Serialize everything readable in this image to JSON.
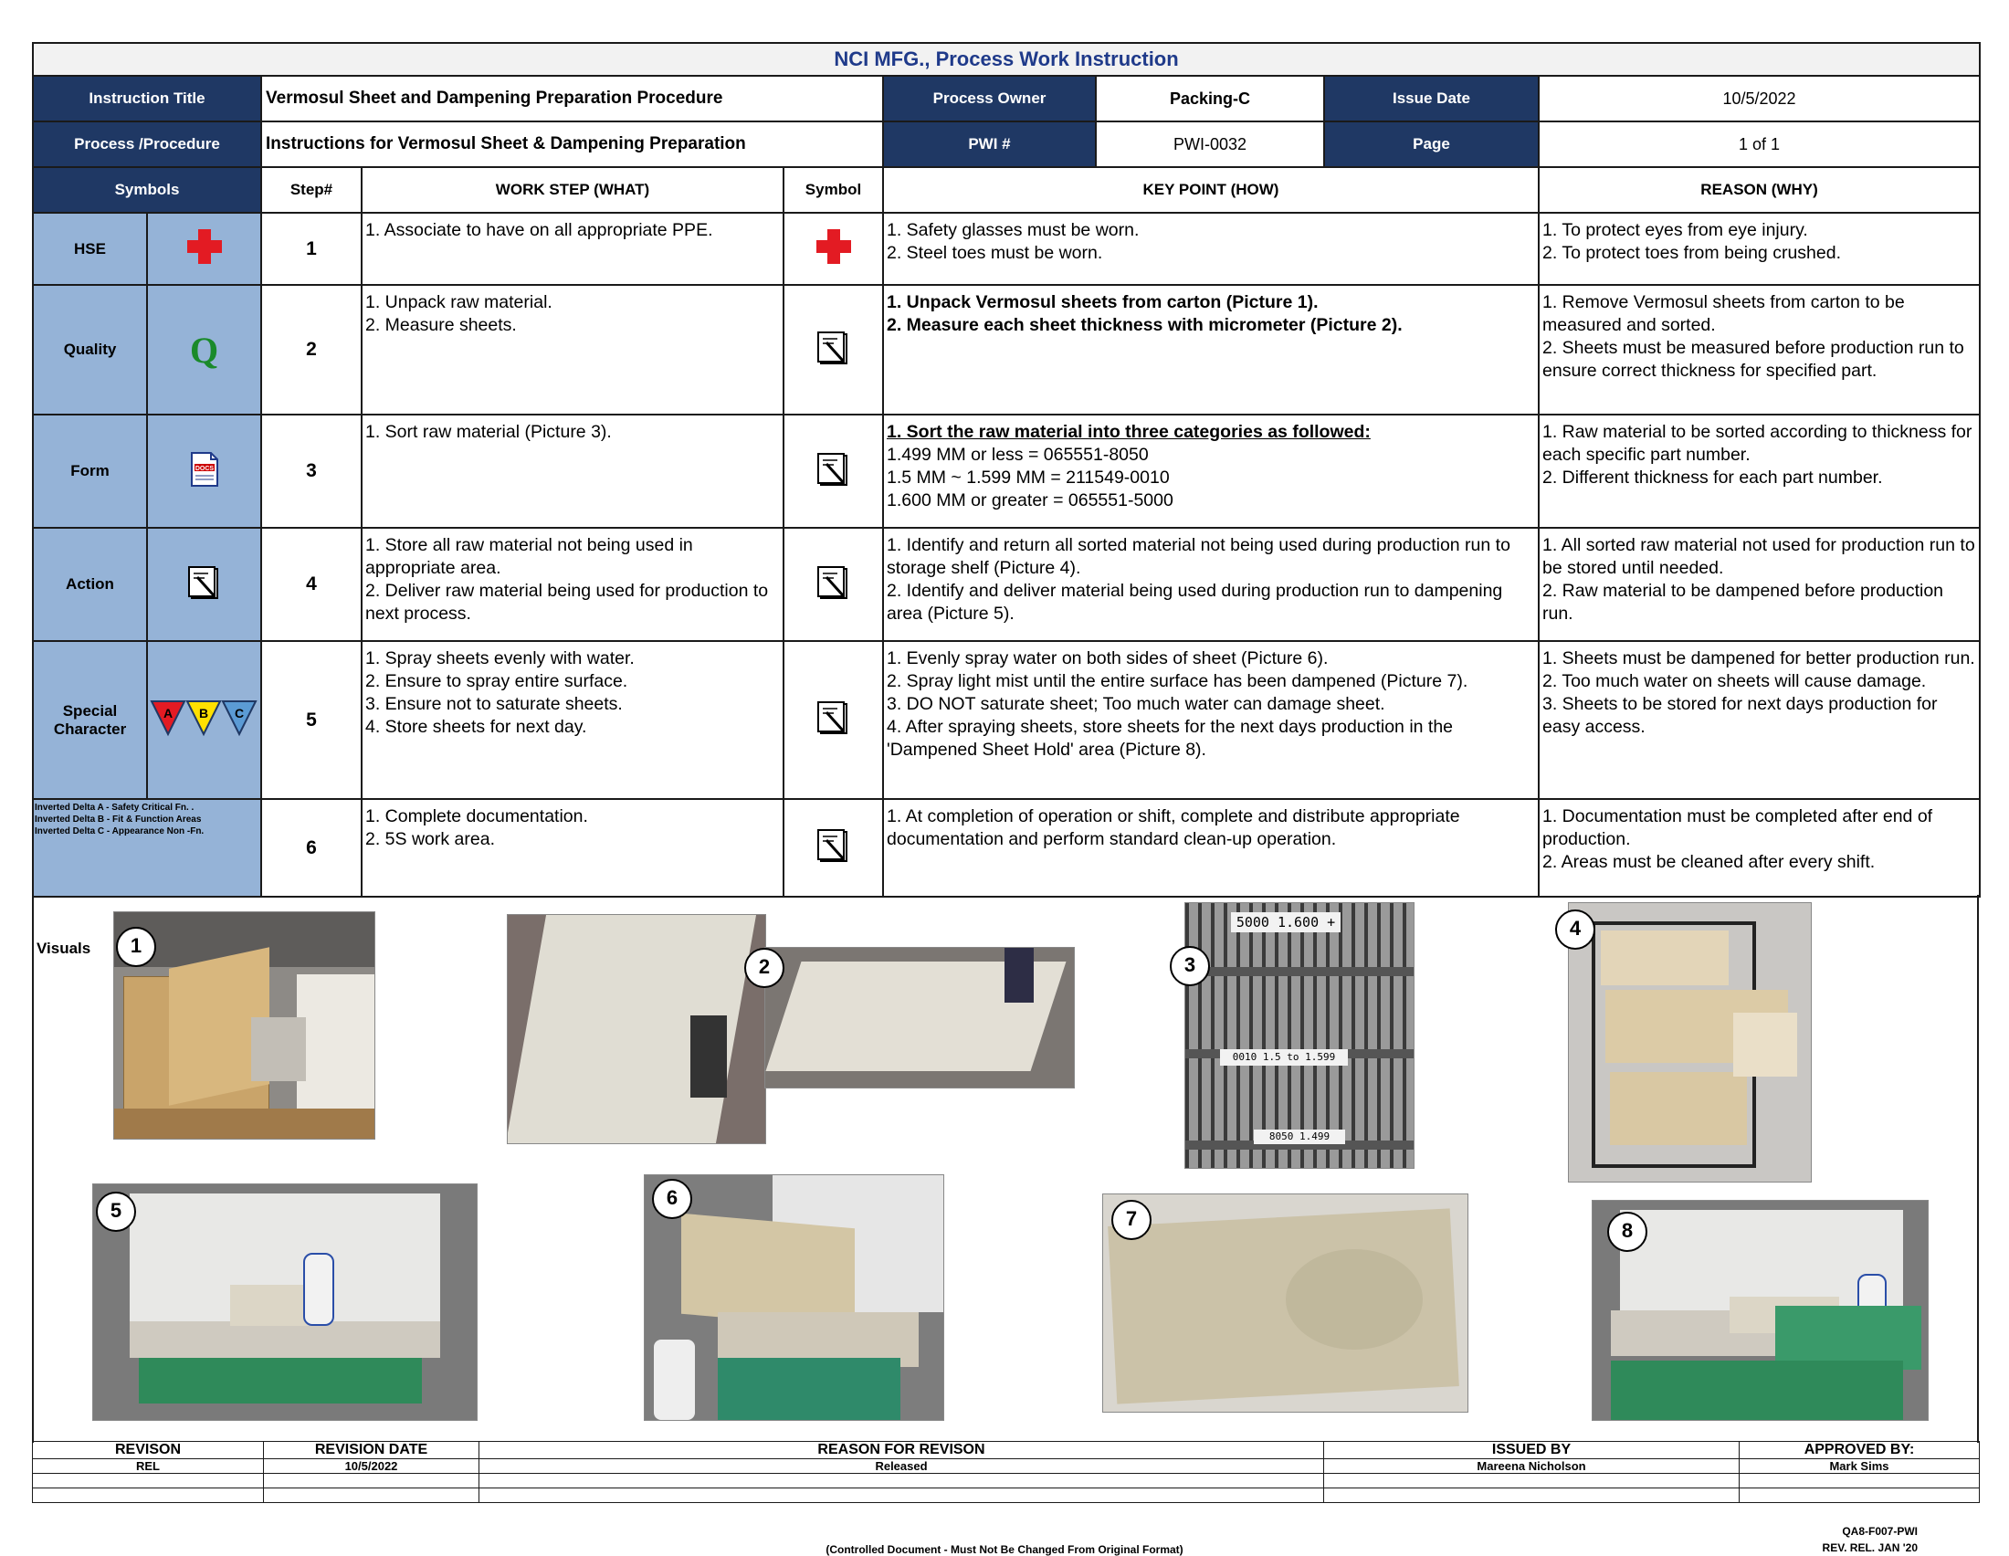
{
  "title": "NCI MFG., Process Work Instruction",
  "header": {
    "instruction_title_label": "Instruction Title",
    "instruction_title": "Vermosul Sheet and Dampening Preparation Procedure",
    "process_owner_label": "Process Owner",
    "process_owner": "Packing-C",
    "issue_date_label": "Issue Date",
    "issue_date": "10/5/2022",
    "process_label": "Process /Procedure",
    "process": "Instructions for Vermosul Sheet & Dampening Preparation",
    "pwi_label": "PWI #",
    "pwi": "PWI-0032",
    "page_label": "Page",
    "page": "1 of 1"
  },
  "columns": {
    "symbols": "Symbols",
    "step": "Step#",
    "work_step": "WORK STEP (WHAT)",
    "symbol": "Symbol",
    "key_point": "KEY POINT (HOW)",
    "reason": "REASON (WHY)"
  },
  "categories": {
    "hse": "HSE",
    "quality": "Quality",
    "quality_icon_letter": "Q",
    "form": "Form",
    "form_icon_text": "DOCS",
    "action": "Action",
    "special": "Special Character",
    "special_deltas": [
      "A",
      "B",
      "C"
    ]
  },
  "legend": [
    "Inverted Delta A - Safety Critical Fn. .",
    "Inverted Delta B - Fit & Function Areas",
    "Inverted Delta C  - Appearance Non -Fn."
  ],
  "steps": [
    {
      "num": "1",
      "symbol": "red-cross-icon",
      "work": [
        "1. Associate to have on all appropriate PPE."
      ],
      "key": [
        "1. Safety glasses must be worn.",
        "2. Steel toes must be worn."
      ],
      "reason": [
        "1. To protect eyes from eye injury.",
        "2. To protect toes from being crushed."
      ]
    },
    {
      "num": "2",
      "symbol": "action-clipboard-icon",
      "work": [
        "1. Unpack raw material.",
        "2. Measure sheets."
      ],
      "key": [
        "1. Unpack Vermosul sheets from carton (Picture 1).",
        "2. Measure each sheet thickness with micrometer (Picture 2)."
      ],
      "reason": [
        "1. Remove Vermosul sheets from carton to be measured and sorted.",
        "2. Sheets must be measured before production run to ensure correct thickness for specified part."
      ]
    },
    {
      "num": "3",
      "symbol": "action-clipboard-icon",
      "work": [
        "1. Sort raw material (Picture 3)."
      ],
      "key_heading": "1. Sort the raw material into three categories as followed:",
      "key": [
        "1.499 MM or less = 065551-8050",
        "1.5 MM ~ 1.599 MM = 211549-0010",
        "1.600 MM or greater = 065551-5000"
      ],
      "reason": [
        "1. Raw material to be sorted according to thickness for each specific part number.",
        "2. Different thickness for each part number."
      ]
    },
    {
      "num": "4",
      "symbol": "action-clipboard-icon",
      "work": [
        "1. Store all raw material not being used in appropriate area.",
        "2. Deliver raw material being used for production to next process."
      ],
      "key": [
        "1. Identify and return all sorted material not being used during production run to storage shelf (Picture 4).",
        "2. Identify and deliver material being used during production run to dampening area (Picture 5)."
      ],
      "reason": [
        "1. All sorted raw material not used for production run to be stored until needed.",
        "2. Raw material to be dampened before production run."
      ]
    },
    {
      "num": "5",
      "symbol": "action-clipboard-icon",
      "work": [
        "1. Spray sheets evenly with water.",
        "2. Ensure to spray entire surface.",
        "3. Ensure not to saturate sheets.",
        "4. Store sheets for next day."
      ],
      "key": [
        "1. Evenly spray water on both sides of sheet (Picture 6).",
        "2. Spray light mist until the entire surface has been dampened (Picture 7).",
        "3. DO NOT saturate sheet; Too much water can damage sheet.",
        "4. After spraying sheets, store sheets for the next days production in the 'Dampened Sheet Hold' area (Picture 8)."
      ],
      "reason": [
        "1. Sheets must be dampened for better production run.",
        "2. Too much water on sheets will cause damage.",
        "3. Sheets to be stored for next days production for easy access."
      ]
    },
    {
      "num": "6",
      "symbol": "action-clipboard-icon",
      "work": [
        "1. Complete documentation.",
        "2. 5S work area."
      ],
      "key": [
        "1.  At completion of operation or shift, complete and distribute appropriate documentation and perform standard clean-up operation."
      ],
      "reason": [
        "1. Documentation must be completed after end of production.",
        "2. Areas must be cleaned after every shift."
      ]
    }
  ],
  "visuals": {
    "label": "Visuals",
    "callouts": [
      "1",
      "2",
      "3",
      "4",
      "5",
      "6",
      "7",
      "8"
    ],
    "shelf_labels": [
      "5000  1.600 +",
      "0010 1.5 to 1.599",
      "8050  1.499"
    ]
  },
  "revision": {
    "headers": [
      "REVISON",
      "REVISION DATE",
      "REASON FOR REVISON",
      "ISSUED BY",
      "APPROVED BY:"
    ],
    "rows": [
      [
        "REL",
        "10/5/2022",
        "Released",
        "Mareena Nicholson",
        "Mark Sims"
      ]
    ]
  },
  "footer": {
    "controlled": "(Controlled Document - Must Not Be Changed From Original Format)",
    "form_id": "QA8-F007-PWI",
    "rev_rel": "REV. REL. JAN '20"
  }
}
